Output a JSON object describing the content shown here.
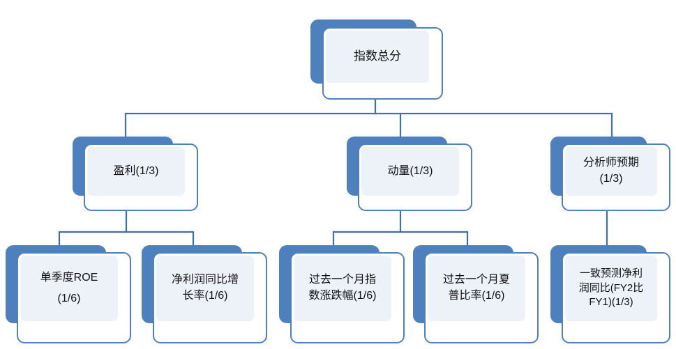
{
  "diagram": {
    "title": "指数总分",
    "type": "hierarchy-tree",
    "colors": {
      "shadow_plate": "#4E80BE",
      "card_border": "#4E80BE",
      "card_fill": "#FFFFFF",
      "panel_fill": "#EDF1F8",
      "connector": "#3F6FA8",
      "text": "#101010"
    },
    "nodes": {
      "root": {
        "label": "指数总分",
        "level": 1
      },
      "level2": [
        {
          "id": "profit",
          "label": "盈利(1/3)",
          "weight": "1/3"
        },
        {
          "id": "momentum",
          "label": "动量(1/3)",
          "weight": "1/3"
        },
        {
          "id": "analyst",
          "label": "分析师预期\n(1/3)",
          "weight": "1/3"
        }
      ],
      "level3": [
        {
          "id": "roe",
          "parent": "profit",
          "label": "单季度ROE\n(1/6)",
          "weight": "1/6"
        },
        {
          "id": "net-profit-yoy",
          "parent": "profit",
          "label": "净利润同比增\n长率(1/6)",
          "weight": "1/6"
        },
        {
          "id": "index-return",
          "parent": "momentum",
          "label": "过去一个月指\n数涨跌幅(1/6)",
          "weight": "1/6"
        },
        {
          "id": "sharpe",
          "parent": "momentum",
          "label": "过去一个月夏\n普比率(1/6)",
          "weight": "1/6"
        },
        {
          "id": "fy2-fy1",
          "parent": "analyst",
          "label": "一致预测净利\n润同比(FY2比\nFY1)(1/3)",
          "weight": "1/3"
        }
      ]
    }
  }
}
